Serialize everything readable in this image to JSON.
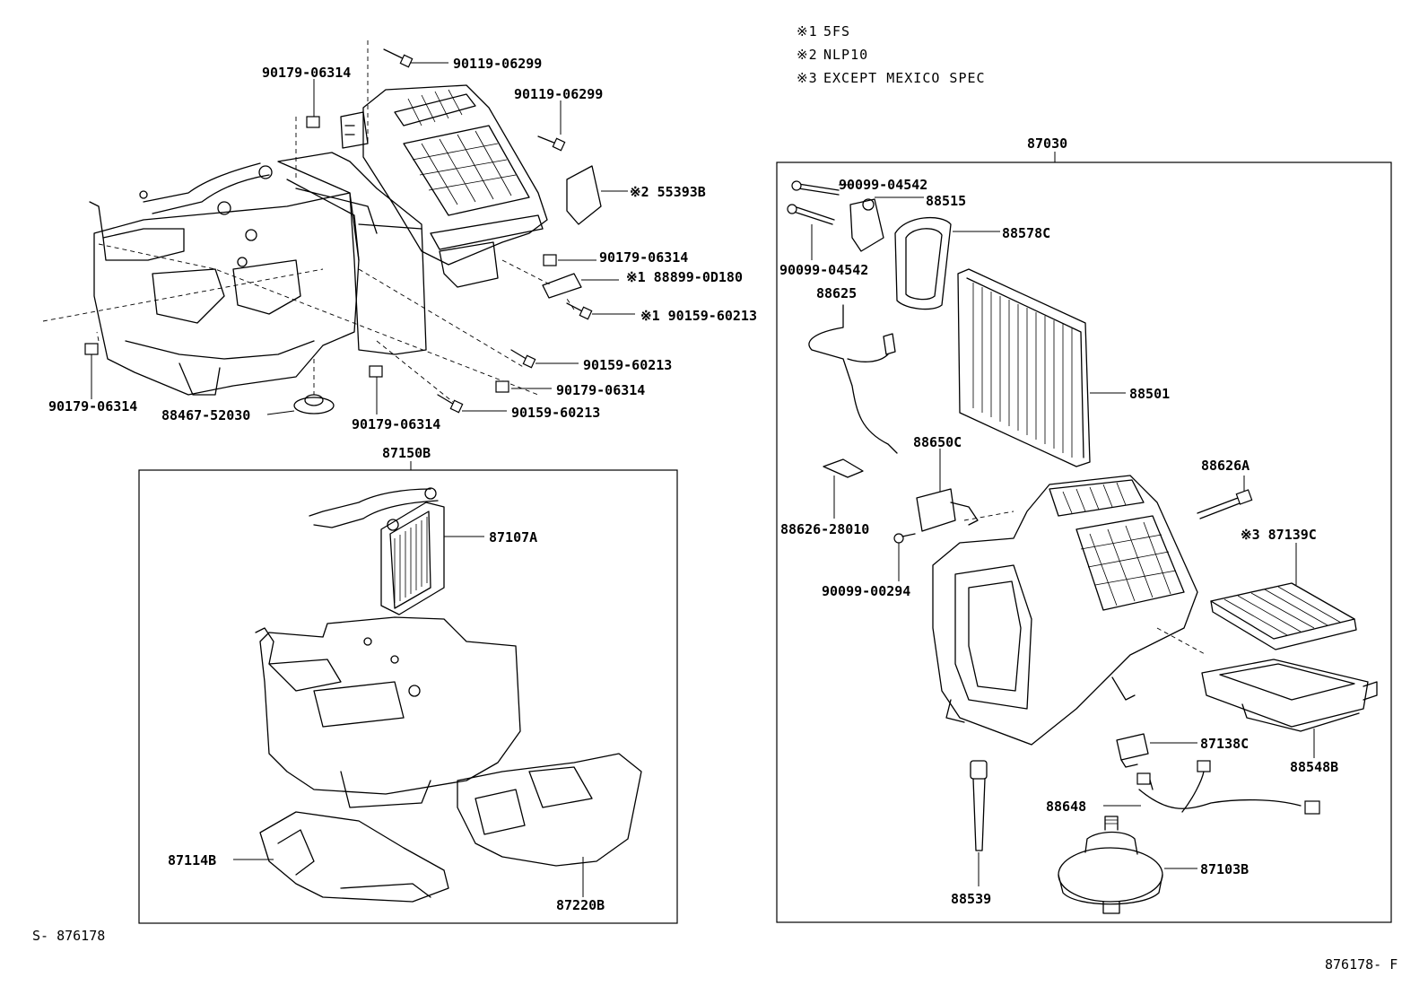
{
  "notes": [
    {
      "mark": "※1",
      "text": "5FS"
    },
    {
      "mark": "※2",
      "text": "NLP10"
    },
    {
      "mark": "※3",
      "text": "EXCEPT MEXICO SPEC"
    }
  ],
  "labels": {
    "top_90179_a": "90179-06314",
    "top_90119_a": "90119-06299",
    "top_90119_b": "90119-06299",
    "top_55393b": "※2 55393B",
    "top_90179_b": "90179-06314",
    "top_88899": "※1 88899-0D180",
    "top_90159_a": "※1 90159-60213",
    "top_90159_b": "90159-60213",
    "top_90179_c": "90179-06314",
    "top_90159_c": "90159-60213",
    "bot_90179_d": "90179-06314",
    "bot_88467": "88467-52030",
    "bot_90179_e": "90179-06314",
    "group_87150b": "87150B",
    "p_87107a": "87107A",
    "p_87114b": "87114B",
    "p_87220b": "87220B",
    "group_87030": "87030",
    "r_90099_a": "90099-04542",
    "r_88515": "88515",
    "r_88578c": "88578C",
    "r_90099_b": "90099-04542",
    "r_88625": "88625",
    "r_88501": "88501",
    "r_88650c": "88650C",
    "r_88626a": "88626A",
    "r_88626_28010": "88626-28010",
    "r_87139c": "※3 87139C",
    "r_90099_c": "90099-00294",
    "r_87138c": "87138C",
    "r_88548b": "88548B",
    "r_88648": "88648",
    "r_87103b": "87103B",
    "r_88539": "88539"
  },
  "footer": {
    "left": "S- 876178",
    "right": "876178- F"
  }
}
